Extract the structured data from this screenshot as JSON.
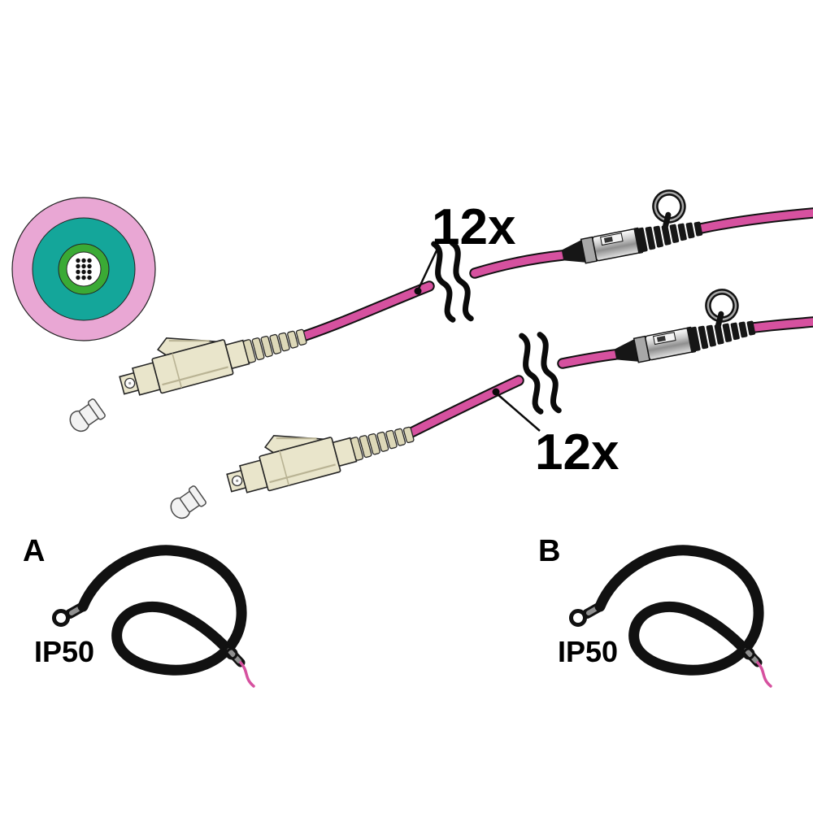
{
  "labels": {
    "upper_quantity": "12x",
    "lower_quantity": "12x",
    "variant_a": "A",
    "variant_b": "B",
    "ip_rating_a": "IP50",
    "ip_rating_b": "IP50"
  },
  "colors": {
    "cable_pink": "#d6519f",
    "cross_outer_pink": "#e9a7d4",
    "cross_teal": "#14a69a",
    "cross_green": "#3aaa35",
    "connector_beige": "#e9e5cb",
    "connector_beige_dark": "#ddd8b8",
    "boot_black": "#161616"
  },
  "icons": {
    "cross_section": "fiber-cable-cross-section",
    "pulling_eye": "pulling-eye-ring",
    "break_marks": "cable-break-marks",
    "dust_cap": "lc-dust-cap"
  }
}
